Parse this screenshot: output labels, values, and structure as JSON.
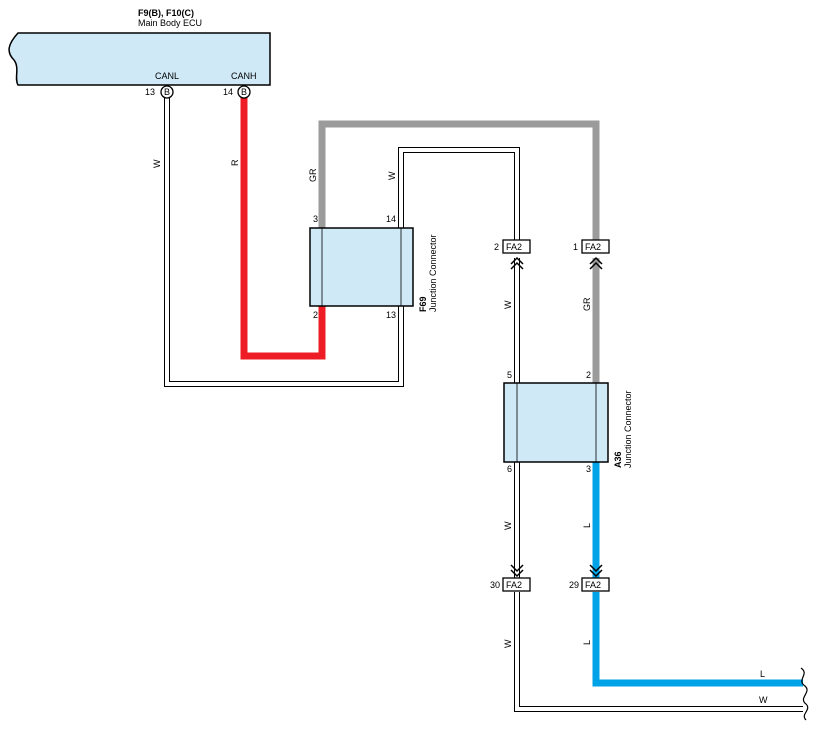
{
  "ecu": {
    "connectors": "F9(B), F10(C)",
    "name": "Main Body ECU",
    "canl": {
      "label": "CANL",
      "pin": "13",
      "conn": "B"
    },
    "canh": {
      "label": "CANH",
      "pin": "14",
      "conn": "B"
    }
  },
  "wires": {
    "canl_w": "W",
    "canh_r": "R",
    "gr_top": "GR",
    "w_top": "W",
    "w_mid": "W",
    "gr_mid": "GR",
    "w_low": "W",
    "l_low": "L",
    "w_bottom": "W",
    "l_bottom": "L",
    "l_right": "L",
    "w_right": "W"
  },
  "f69": {
    "id": "F69",
    "name": "Junction Connector",
    "pin_tl": "3",
    "pin_tr": "14",
    "pin_bl": "2",
    "pin_br": "13"
  },
  "a36": {
    "id": "A36",
    "name": "Junction Connector",
    "pin_tl": "5",
    "pin_tr": "2",
    "pin_bl": "6",
    "pin_br": "3"
  },
  "fa2": {
    "code": "FA2",
    "upper_left_pin": "2",
    "upper_right_pin": "1",
    "lower_left_pin": "30",
    "lower_right_pin": "29"
  },
  "colors": {
    "ecu_fill": "#cfe9f7",
    "red": "#ee1c24",
    "gray": "#9b9b9b",
    "blue": "#00a2e8"
  }
}
